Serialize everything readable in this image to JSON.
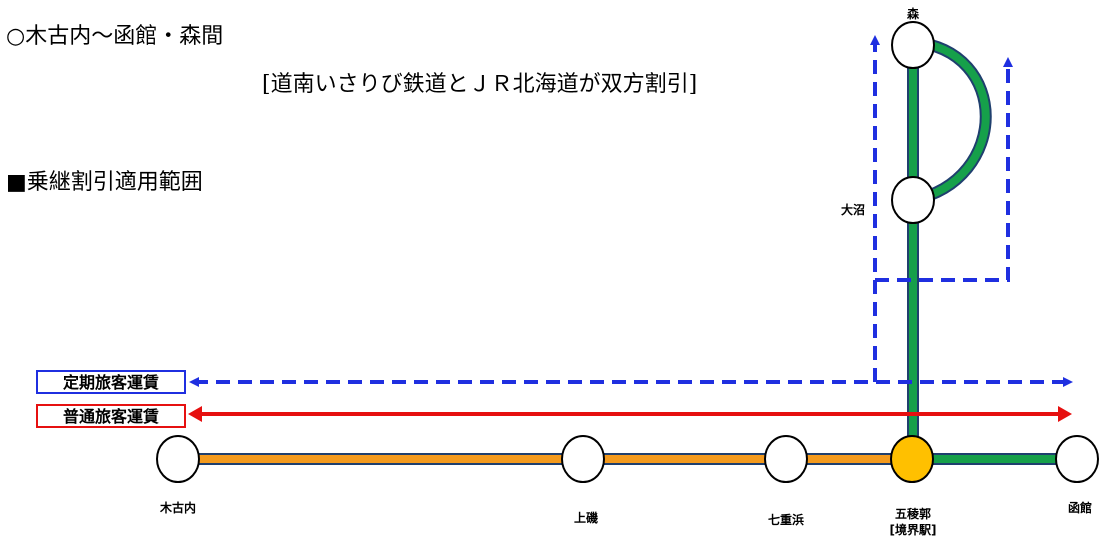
{
  "title": "○木古内～函館・森間",
  "subtitle": "[道南いさりび鉄道とＪＲ北海道が双方割引]",
  "section_heading": "■乗継割引適用範囲",
  "legend": {
    "commuter_fare": "定期旅客運賃",
    "regular_fare": "普通旅客運賃"
  },
  "stations": {
    "kikonai": "木古内",
    "kamiiso": "上磯",
    "nanaehama": "七重浜",
    "goryokaku": "五稜郭",
    "goryokaku_note": "[境界駅]",
    "hakodate": "函館",
    "onuma": "大沼",
    "mori": "森"
  },
  "colors": {
    "isaribi_line": "#F39A1E",
    "jr_line": "#16A04A",
    "commuter_arrow": "#1F2FE0",
    "regular_arrow": "#E61010",
    "boundary_station": "#FFC000"
  }
}
